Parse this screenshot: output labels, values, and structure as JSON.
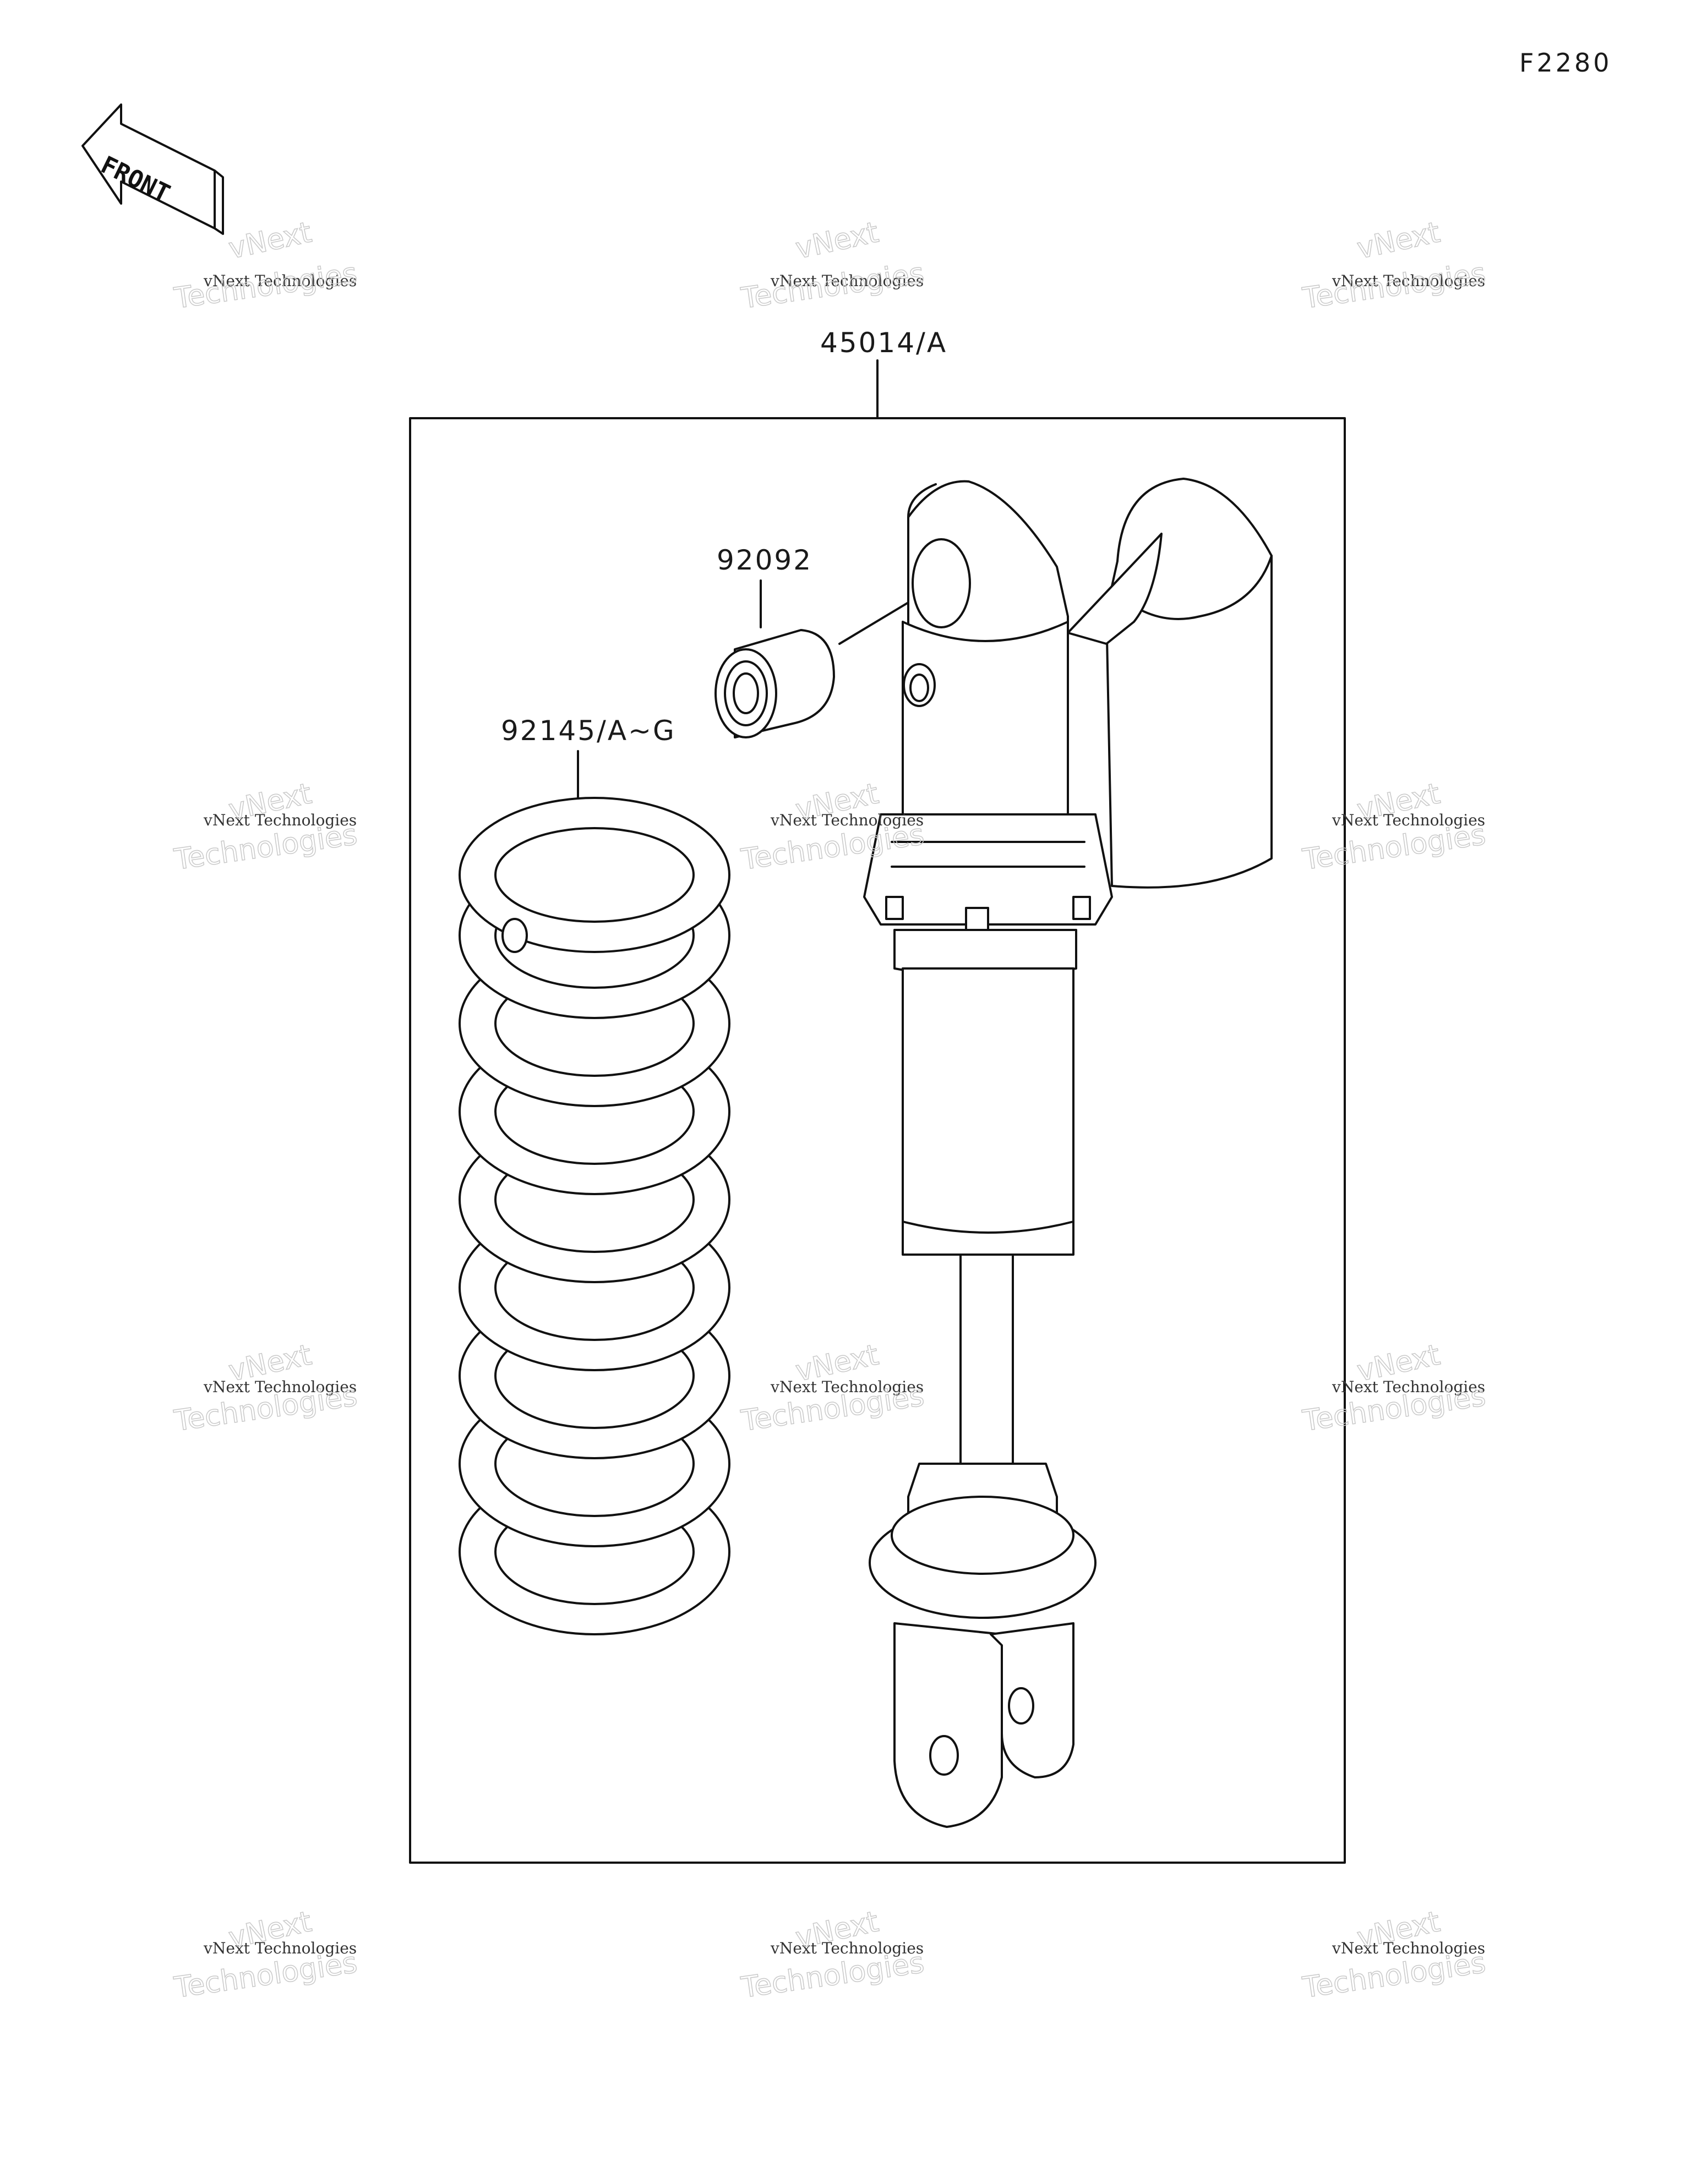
{
  "figure_code": "F2280",
  "front_label": "FRONT",
  "parts": {
    "shock_assembly": "45014/A",
    "bushing": "92092",
    "spring": "92145/A~G"
  },
  "watermark": {
    "line1": "vNext Technologies",
    "line2": "vNext",
    "line3": "Technologies"
  }
}
